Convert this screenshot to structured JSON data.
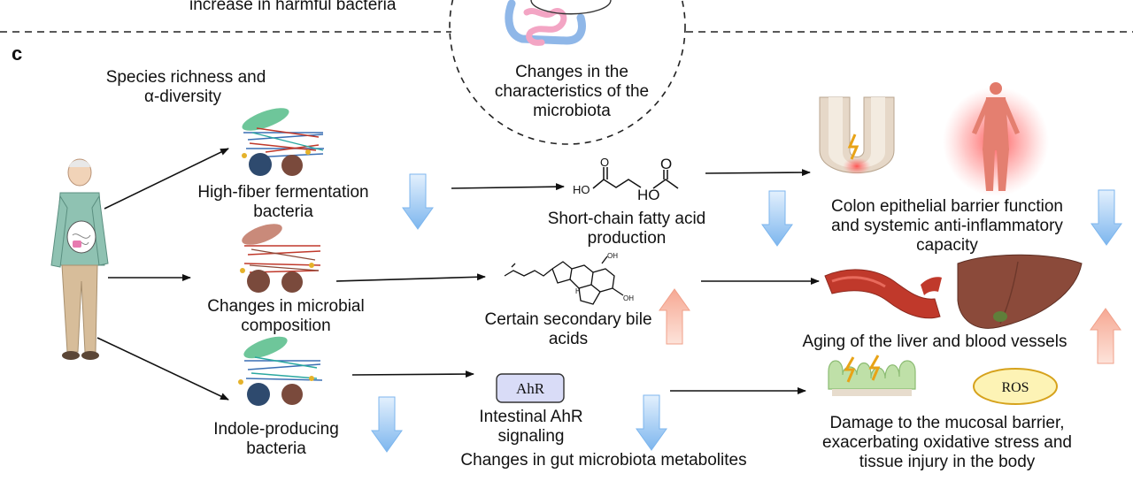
{
  "top_caption": "increase in harmful bacteria",
  "panel_letter": "c",
  "microbiota_changes": [
    "Changes in the",
    "characteristics of the",
    "microbiota"
  ],
  "species_richness": [
    "Species richness and",
    "α-diversity"
  ],
  "bacteria_groups": [
    [
      "High-fiber fermentation",
      "bacteria"
    ],
    [
      "Changes in microbial",
      "composition"
    ],
    [
      "Indole-producing",
      "bacteria"
    ]
  ],
  "metabolites": [
    [
      "Short-chain fatty acid",
      "production"
    ],
    [
      "Certain secondary bile",
      "acids"
    ],
    [
      "Intestinal AhR",
      "signaling"
    ]
  ],
  "ahr_box": "AhR",
  "metabolites_caption": "Changes in gut microbiota metabolites",
  "outcomes": [
    [
      "Colon epithelial barrier function",
      "and systemic anti-inflammatory",
      "capacity"
    ],
    [
      "Aging of the liver and blood vessels"
    ],
    [
      "Damage to the mucosal barrier,",
      "exacerbating oxidative stress and",
      "tissue injury in the body"
    ]
  ],
  "ros_label": "ROS",
  "chem_labels": {
    "ho": "HO",
    "o": "O",
    "ho2": "HO",
    "h": "H",
    "oh": "OH"
  },
  "trend_arrows": [
    {
      "at": "high-fiber fermentation bacteria",
      "direction": "down"
    },
    {
      "at": "short-chain fatty acid production",
      "direction": "down"
    },
    {
      "at": "colon epithelial barrier function",
      "direction": "down"
    },
    {
      "at": "certain secondary bile acids",
      "direction": "up"
    },
    {
      "at": "aging of the liver and blood vessels",
      "direction": "up"
    },
    {
      "at": "indole-producing bacteria",
      "direction": "down"
    },
    {
      "at": "intestinal AhR signaling",
      "direction": "down"
    }
  ],
  "colors": {
    "down_arrow_top": "#e3f0fd",
    "down_arrow_bottom": "#7db6ee",
    "up_arrow_top": "#f6a893",
    "up_arrow_bottom": "#fde3da",
    "ahr_fill": "#d9dcf7",
    "ros_fill": "#fdf3b5",
    "ros_stroke": "#d6a21c",
    "vessel": "#c0392b",
    "liver": "#8b4a3a"
  }
}
